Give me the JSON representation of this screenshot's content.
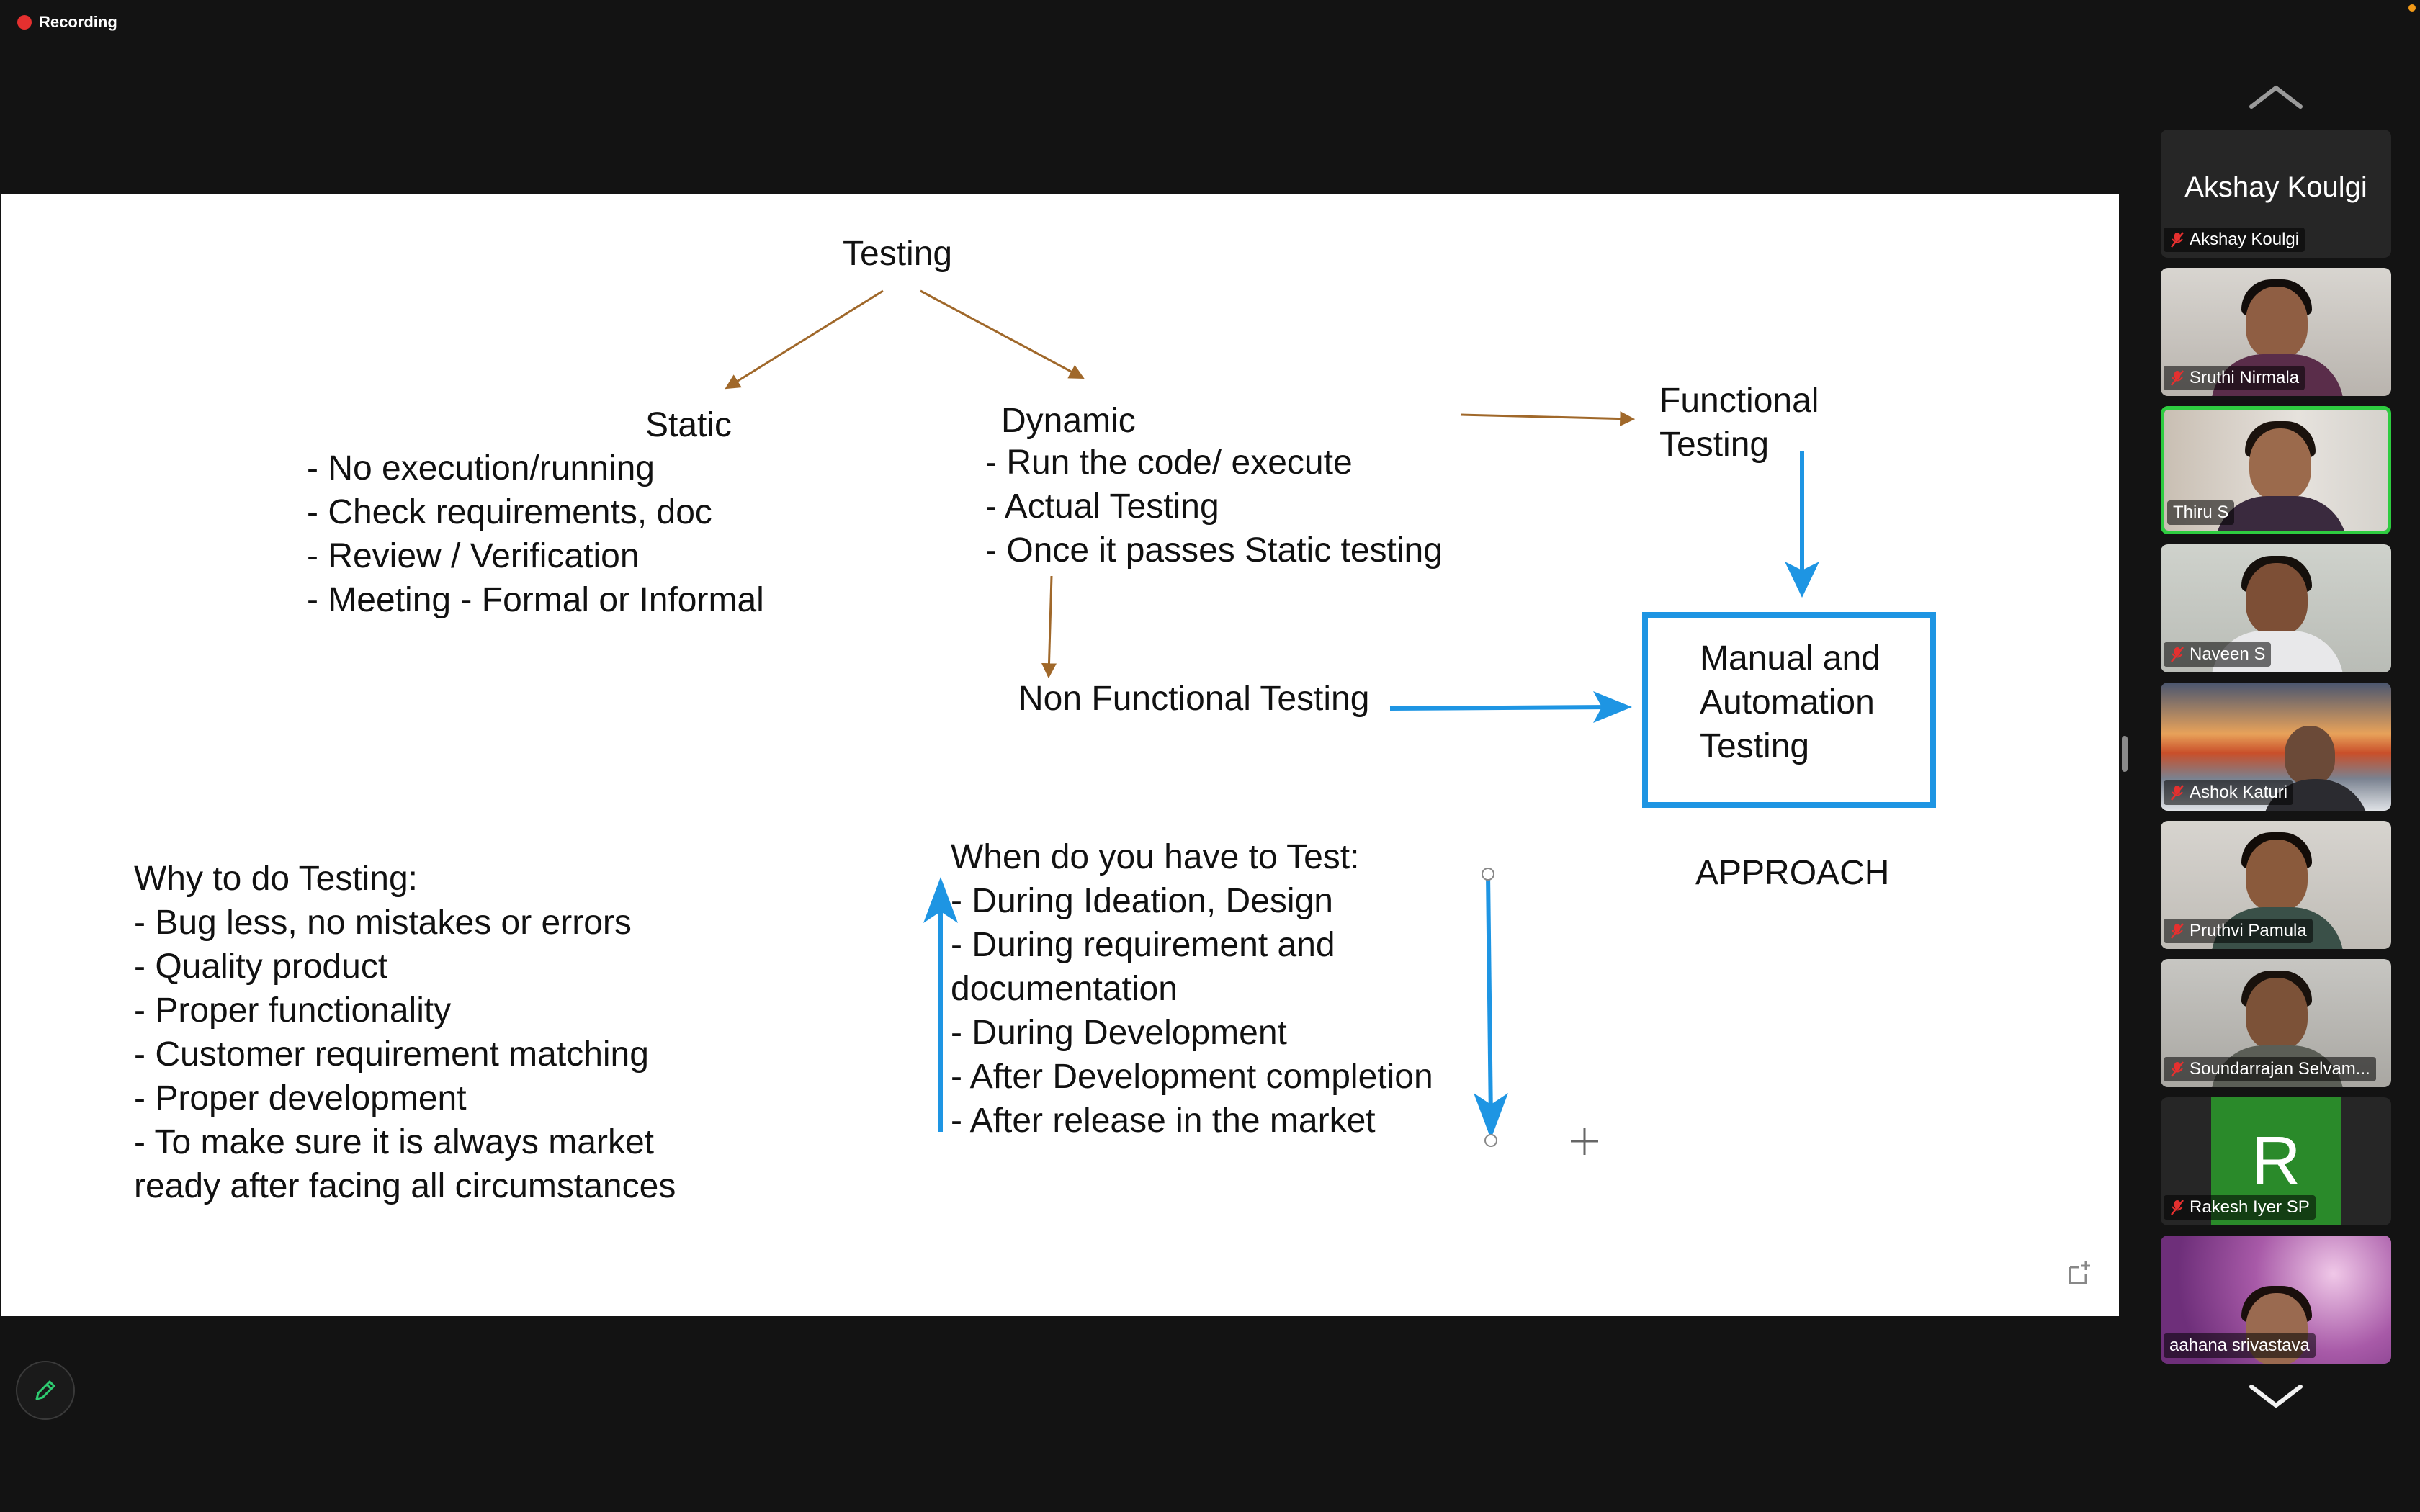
{
  "recording": {
    "label": "Recording"
  },
  "slide": {
    "root": "Testing",
    "static": {
      "heading": "Static",
      "items": [
        "- No execution/running",
        "- Check requirements, doc",
        "- Review / Verification",
        "- Meeting - Formal or Informal"
      ]
    },
    "dynamic": {
      "heading": "Dynamic",
      "items": [
        "- Run the code/ execute",
        "- Actual Testing",
        "- Once it passes Static testing"
      ]
    },
    "functional": [
      "Functional",
      "Testing"
    ],
    "non_functional": "Non Functional Testing",
    "approach_box": [
      "Manual and",
      "Automation",
      "Testing"
    ],
    "approach_label": "APPROACH",
    "why": {
      "heading": "Why to do Testing:",
      "items": [
        "- Bug less, no mistakes or errors",
        "- Quality product",
        "- Proper functionality",
        "- Customer requirement matching",
        "- Proper development",
        "- To make sure it is always market",
        "ready after facing all circumstances"
      ]
    },
    "when": {
      "heading": "When do you have to Test:",
      "items": [
        "- During Ideation, Design",
        "- During requirement and",
        "documentation",
        "- During Development",
        "- After Development completion",
        "- After release in the market"
      ]
    },
    "colors": {
      "brown_arrow": "#a0682a",
      "blue_arrow": "#1e95e3"
    }
  },
  "participants": [
    {
      "name": "Akshay Koulgi",
      "display": "Akshay Koulgi",
      "muted": true,
      "video": false
    },
    {
      "name": "Sruthi Nirmala",
      "muted": true,
      "video": true
    },
    {
      "name": "Thiru S",
      "muted": false,
      "video": true,
      "active_speaker": true
    },
    {
      "name": "Naveen S",
      "muted": true,
      "video": true
    },
    {
      "name": "Ashok Katuri",
      "muted": true,
      "video": true
    },
    {
      "name": "Pruthvi Pamula",
      "muted": true,
      "video": true
    },
    {
      "name": "Soundarrajan Selvam...",
      "muted": true,
      "video": true
    },
    {
      "name": "Rakesh Iyer SP",
      "initial": "R",
      "muted": true,
      "video": false
    },
    {
      "name": "aahana srivastava",
      "muted": false,
      "video": true
    }
  ],
  "colors": {
    "background": "#131313",
    "record_dot": "#e5302f",
    "active_speaker_border": "#2ecc40",
    "avatar_green": "#2a8a2a"
  }
}
